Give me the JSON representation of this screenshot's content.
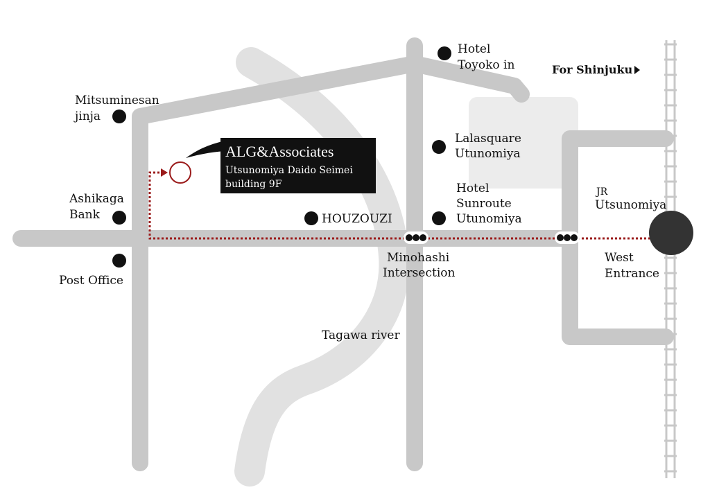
{
  "colors": {
    "road": "#c8c8c8",
    "river": "#e1e1e1",
    "block": "#ececec",
    "route": "#9b1c1c",
    "marker": "#111111",
    "station": "#333333",
    "callout_bg": "#111111"
  },
  "office": {
    "name": "ALG&Associates",
    "line1": "Utsunomiya Daido Seimei",
    "line2": "building 9F"
  },
  "direction": {
    "label": "For Shinjuku",
    "arrow_icon": "triangle-right-icon"
  },
  "landmarks": {
    "hotel_toyoko": [
      "Hotel",
      "Toyoko in"
    ],
    "mitsuminesan": [
      "Mitsuminesan",
      "jinja"
    ],
    "lalasquare": [
      "Lalasquare",
      "Utunomiya"
    ],
    "hotel_sunroute": [
      "Hotel",
      "Sunroute",
      "Utunomiya"
    ],
    "ashikaga": [
      "Ashikaga",
      "Bank"
    ],
    "houzouzi": "HOUZOUZI",
    "post_office": "Post Office",
    "minohashi": [
      "Minohashi",
      "Intersection"
    ],
    "tagawa": "Tagawa river",
    "jr": "JR",
    "utsunomiya": "Utsunomiya",
    "west_entrance": [
      "West",
      "Entrance"
    ]
  }
}
